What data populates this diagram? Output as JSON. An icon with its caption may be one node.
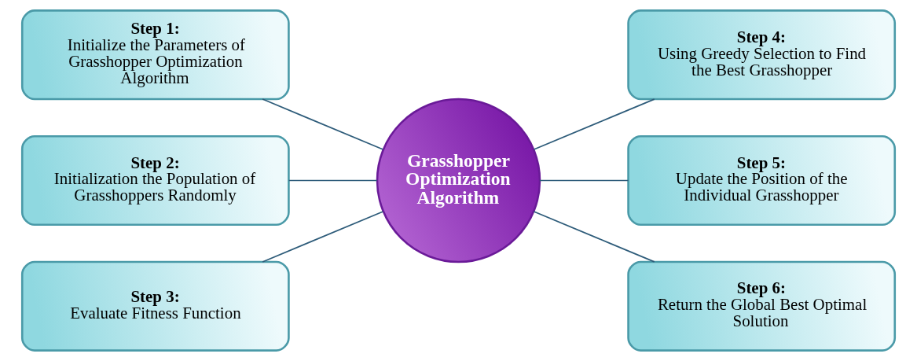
{
  "diagram": {
    "nodes": [
      {
        "text": [
          "Step 1:",
          "Initialize the Parameters of Grasshopper Optimization Algorithm"
        ]
      },
      {
        "text": [
          "Step 2:",
          "Initialization the Population of Grasshoppers Randomly"
        ]
      },
      {
        "text": [
          "Step 3:",
          "Evaluate Fitness Function"
        ]
      },
      {
        "text": [
          "Grasshopper Optimization Algorithm"
        ]
      },
      {
        "text": [
          "Step 4:",
          "Using Greedy Selection to Find the Best Grasshopper"
        ]
      },
      {
        "text": [
          "Step 5:",
          "Update the Position of the Individual Grasshopper"
        ]
      },
      {
        "text": [
          "Step 6:",
          "Return the Global Best Optimal Solution"
        ]
      }
    ],
    "edges": [
      {
        "from": 0,
        "to": 3,
        "arrow": "none"
      },
      {
        "from": 1,
        "to": 3,
        "arrow": "none"
      },
      {
        "from": 2,
        "to": 3,
        "arrow": "none"
      },
      {
        "from": 3,
        "to": 4,
        "arrow": "none"
      },
      {
        "from": 3,
        "to": 5,
        "arrow": "none"
      },
      {
        "from": 3,
        "to": 6,
        "arrow": "none"
      }
    ]
  }
}
